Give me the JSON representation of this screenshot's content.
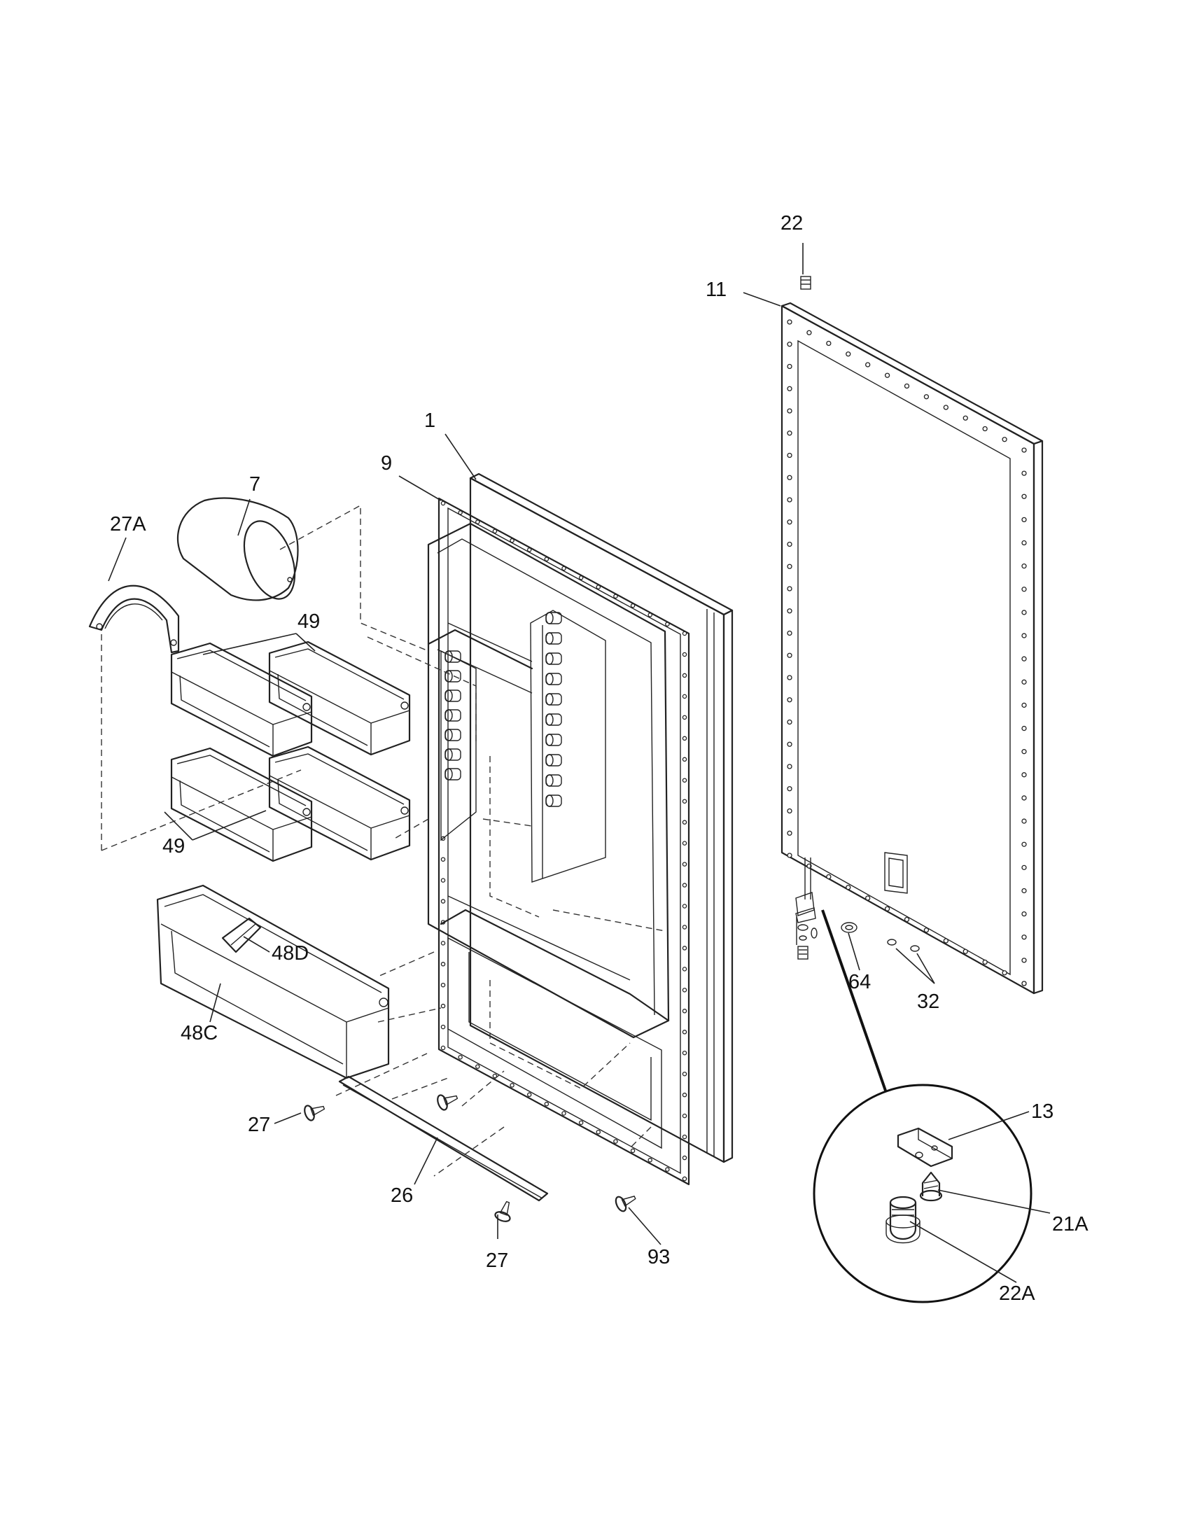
{
  "diagram": {
    "callouts": {
      "p1": "1",
      "p7": "7",
      "p9": "9",
      "p11": "11",
      "p13": "13",
      "p21A": "21A",
      "p22": "22",
      "p22A": "22A",
      "p26": "26",
      "p27_left": "27",
      "p27_bottom": "27",
      "p27A": "27A",
      "p32": "32",
      "p48C": "48C",
      "p48D": "48D",
      "p49_top": "49",
      "p49_bottom": "49",
      "p64": "64",
      "p93": "93"
    },
    "line_color": "#222222",
    "background": "#ffffff"
  }
}
